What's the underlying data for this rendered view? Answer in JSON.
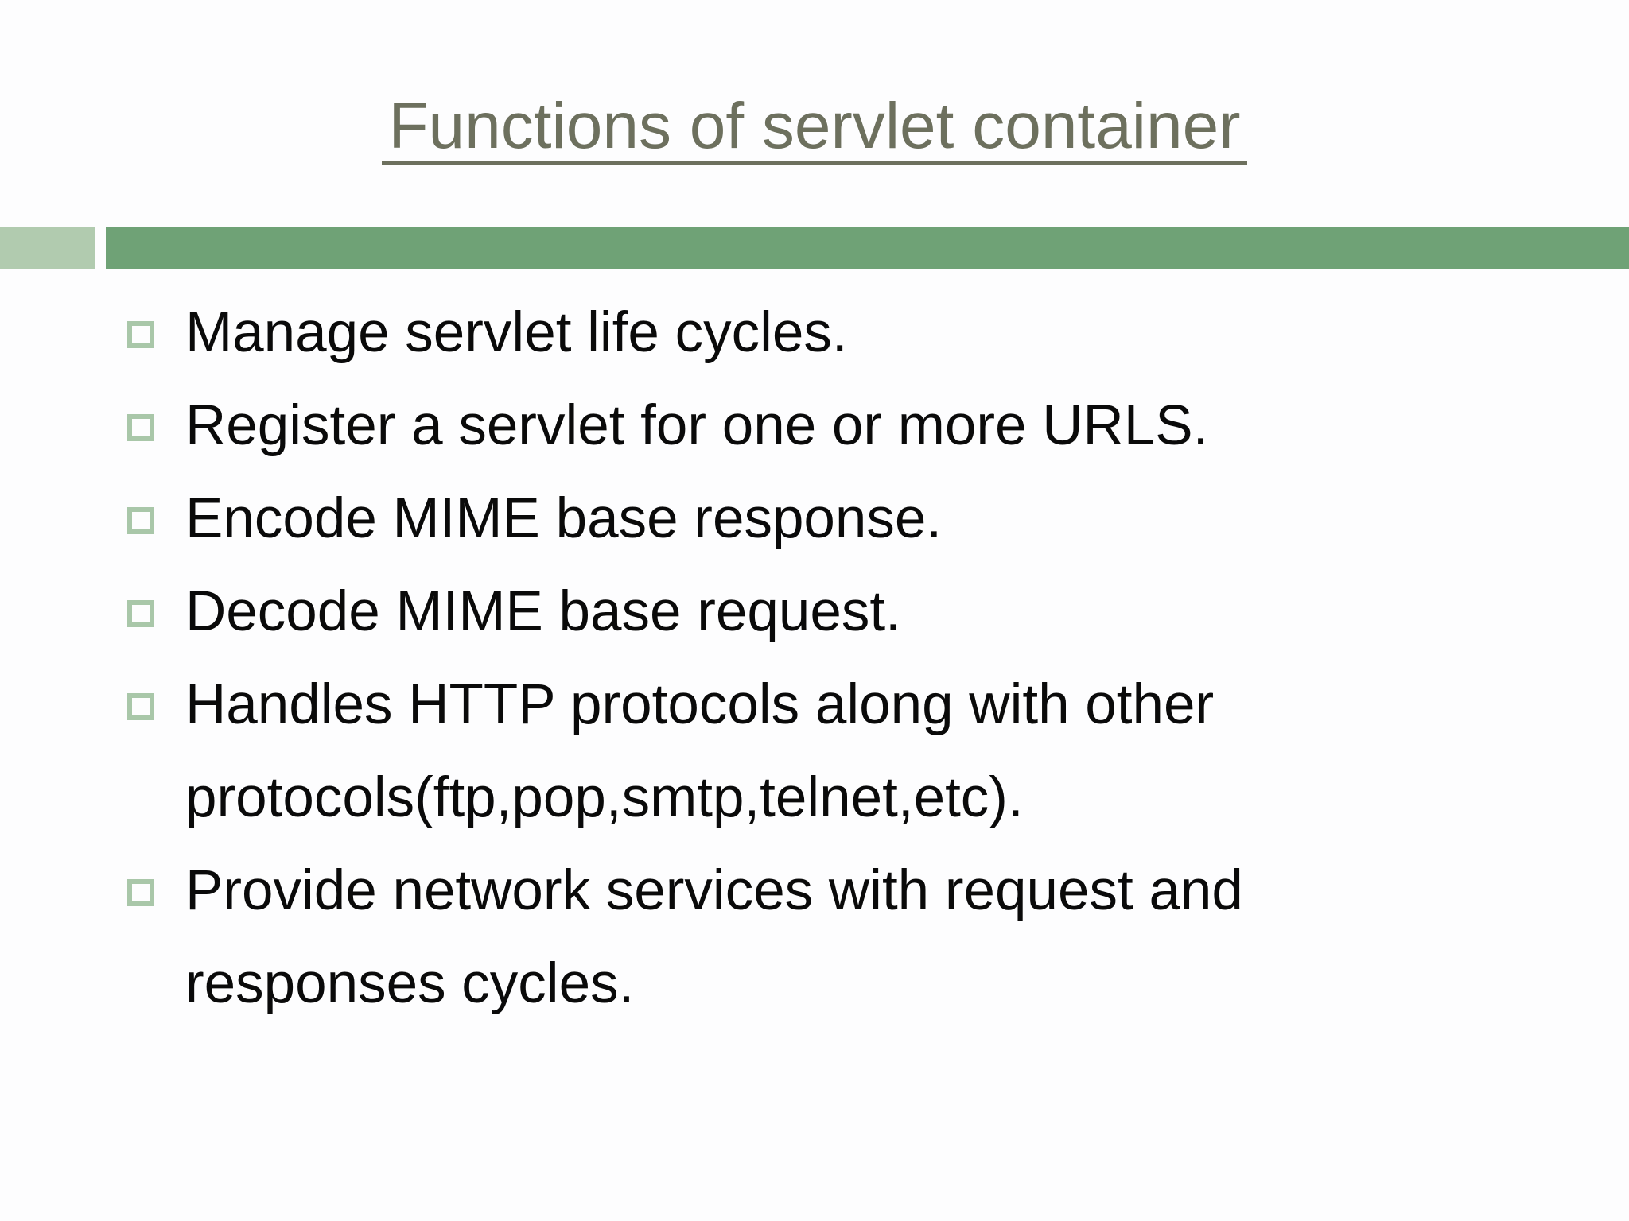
{
  "title": {
    "text": "Functions of servlet container"
  },
  "bullets": [
    {
      "lines": [
        "Manage servlet life cycles."
      ]
    },
    {
      "lines": [
        "Register a servlet for one or more URLS."
      ]
    },
    {
      "lines": [
        "Encode MIME base response."
      ]
    },
    {
      "lines": [
        "Decode MIME base request."
      ]
    },
    {
      "lines": [
        "Handles HTTP protocols along with other",
        "protocols(ftp,pop,smtp,telnet,etc)."
      ]
    },
    {
      "lines": [
        "Provide network services with request and",
        "responses cycles."
      ]
    }
  ],
  "icons": {
    "bullet": "hollow-square-icon"
  },
  "colors": {
    "title_olive": "#6d705e",
    "bar_green": "#6fa276",
    "bar_light_green": "#b1cbaf",
    "bullet_border_green": "#a9c7a9",
    "body_text": "#0a0a0a",
    "background": "#fdfdfe"
  }
}
